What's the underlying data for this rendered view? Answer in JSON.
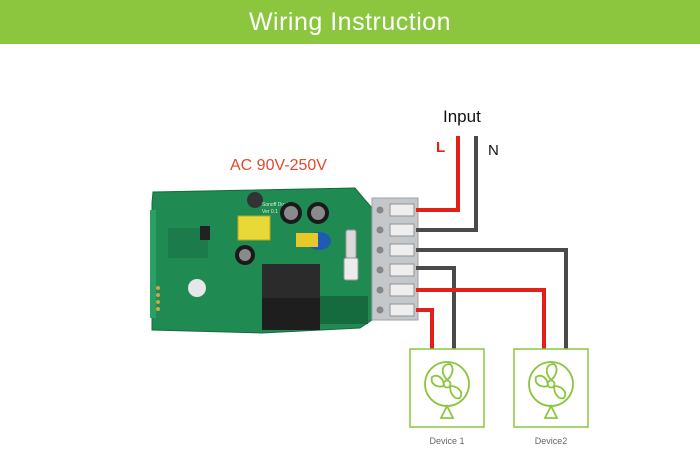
{
  "banner": {
    "title": "Wiring Instruction"
  },
  "diagram": {
    "input_label": "Input",
    "live_label": "L",
    "neutral_label": "N",
    "voltage_label": "AC 90V-250V",
    "board_silk_line1": "Sonoff Dual",
    "board_silk_line2": "Ver 0.1",
    "devices": [
      {
        "label": "Device 1",
        "icon": "fan-icon"
      },
      {
        "label": "Device2",
        "icon": "fan-icon"
      }
    ]
  },
  "colors": {
    "banner": "#8cc63f",
    "live_wire": "#e32018",
    "neutral_wire": "#4a4a4a",
    "pcb": "#1f8a52",
    "terminal": "#bfc3c6",
    "device_outline": "#8cc63f",
    "voltage_text": "#e24a2a"
  }
}
